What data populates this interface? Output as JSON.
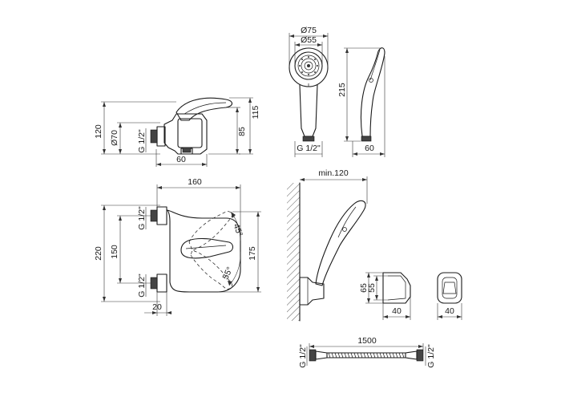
{
  "front_view": {
    "dim_height_left": "120",
    "dim_outlet_dia": "Ø70",
    "dim_thread": "G 1/2\"",
    "dim_width": "60",
    "dim_85": "85",
    "dim_115": "115"
  },
  "hand_shower": {
    "dim_dia_outer": "Ø75",
    "dim_dia_inner": "Ø55",
    "dim_length": "215",
    "dim_thread": "G 1/2\"",
    "dim_side_width": "60"
  },
  "top_view": {
    "dim_width": "160",
    "dim_220": "220",
    "dim_150": "150",
    "dim_175": "175",
    "dim_20": "20",
    "thread_top": "G 1/2\"",
    "thread_bottom": "G 1/2\"",
    "angle_top": "45°",
    "angle_bottom": "55°"
  },
  "wall_mount": {
    "dim_min": "min.120",
    "dim_65": "65",
    "dim_55": "55",
    "dim_40_a": "40",
    "dim_40_b": "40"
  },
  "hose": {
    "dim_length": "1500",
    "thread_left": "G 1/2\"",
    "thread_right": "G 1/2\""
  }
}
